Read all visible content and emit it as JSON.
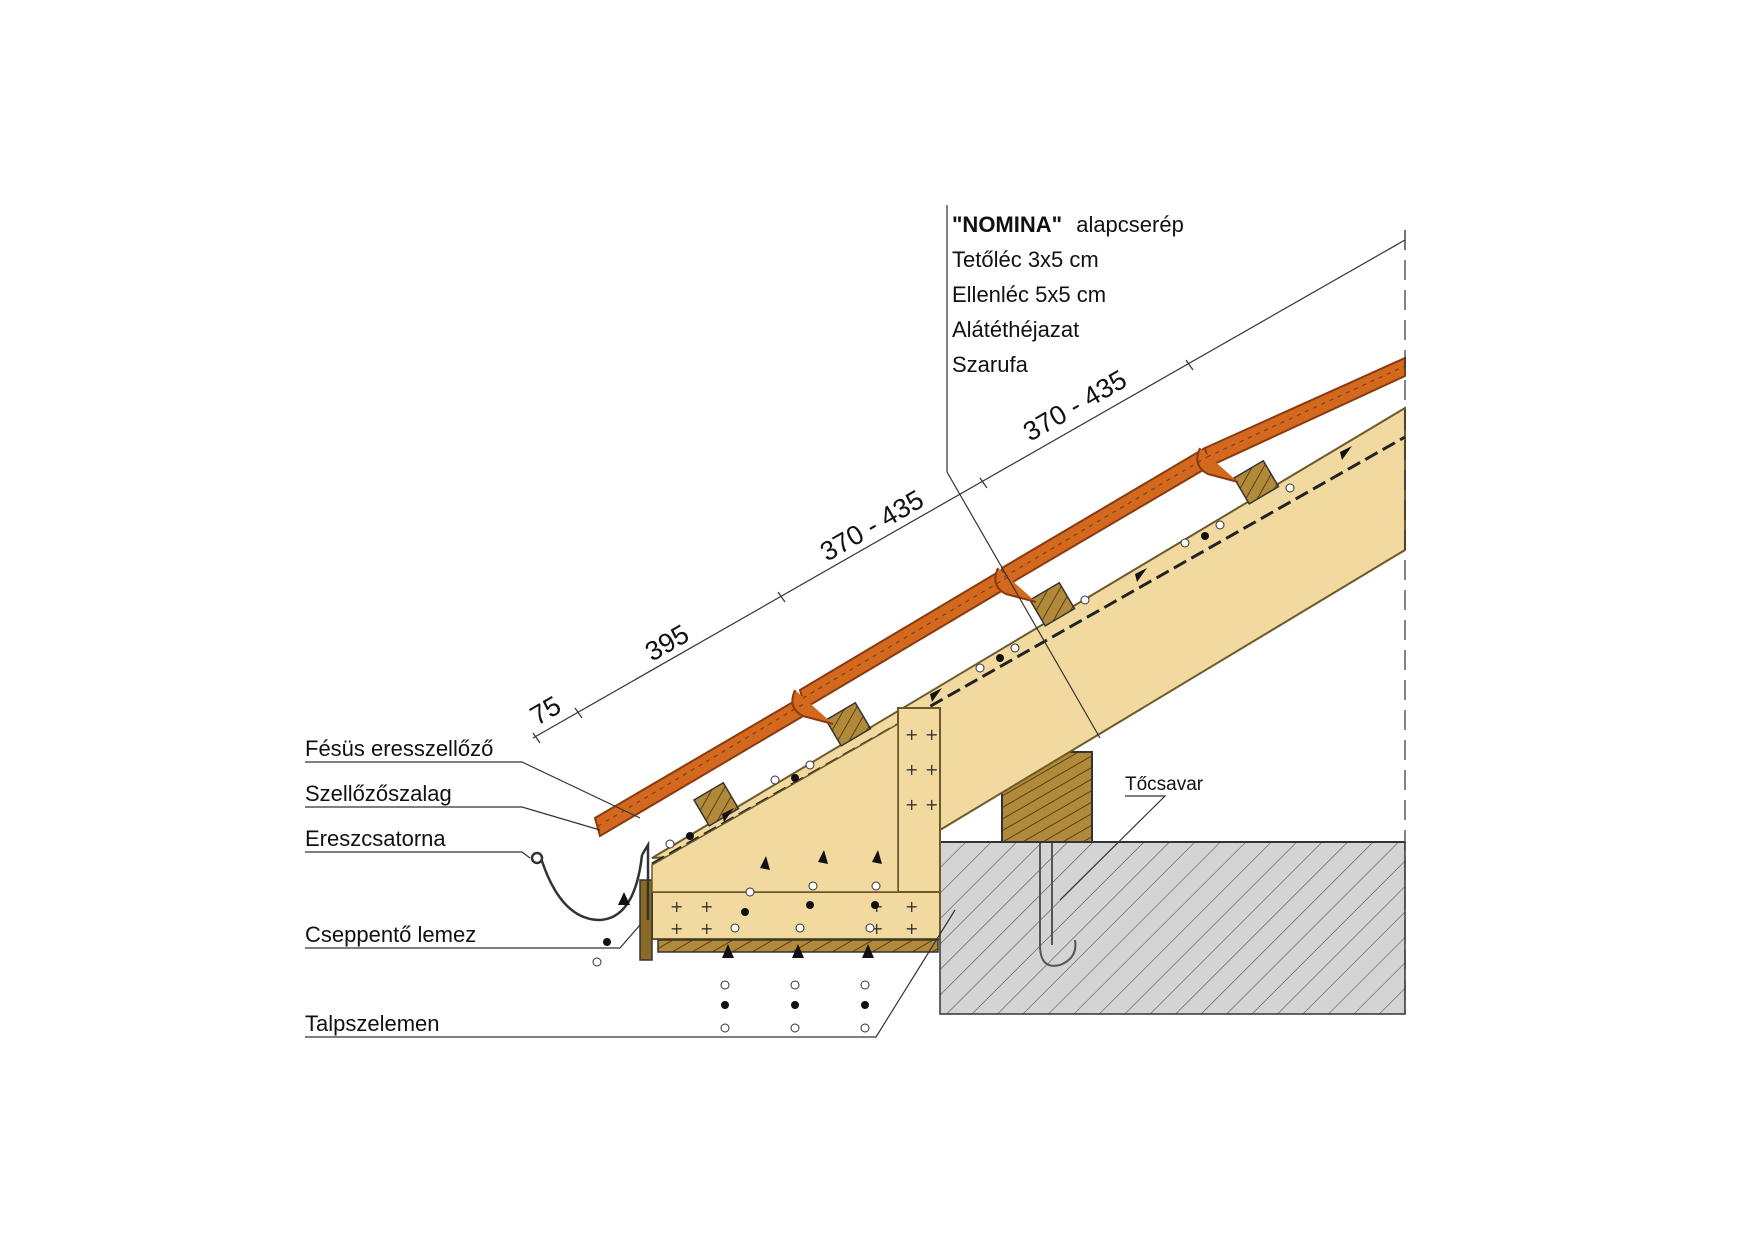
{
  "colors": {
    "tile": "#d2691e",
    "tile_dark": "#8b3a0f",
    "timber": "#f2d9a0",
    "timber_edge": "#6b5a2a",
    "dark_wood": "#8b6a25",
    "concrete": "#d4d4d4"
  },
  "legend_top": {
    "tile_brand": "\"NOMINA\"",
    "tile_word": "alapcserép",
    "batten": "Tetőléc 3x5 cm",
    "counter_batten": "Ellenléc 5x5 cm",
    "underlay": "Alátéthéjazat",
    "rafter": "Szarufa"
  },
  "dimensions": {
    "d1": "75",
    "d2": "395",
    "d3": "370 - 435",
    "d4": "370 - 435"
  },
  "labels_left": {
    "comb_vent": "Fésüs eresszellőző",
    "vent_strip": "Szellőzőszalag",
    "gutter": "Ereszcsatorna",
    "drip_edge": "Cseppentő lemez",
    "wall_plate": "Talpszelemen"
  },
  "label_bolt": "Tőcsavar"
}
